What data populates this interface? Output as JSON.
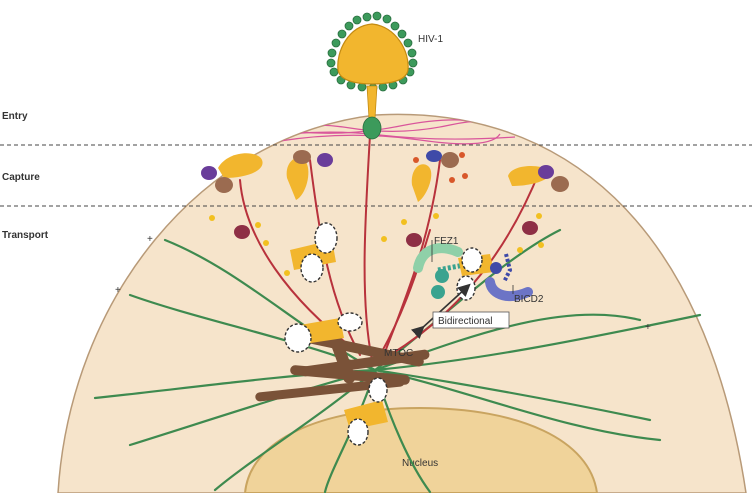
{
  "stages": [
    "Entry",
    "Capture",
    "Transport"
  ],
  "labels": {
    "virus": "HIV-1",
    "fez1": "FEZ1",
    "bicd2": "BICD2",
    "bidirectional": "Bidirectional",
    "mtoc": "MTOC",
    "nucleus": "Nucleus",
    "plus_end": "+"
  },
  "colors": {
    "cytoplasm": "#f6e4cb",
    "cell_edge": "#b89a78",
    "nucleus": "#f0d39a",
    "microtubule": "#3e8a4f",
    "actin_filament": "#b8323c",
    "capsid": "#f2b62e",
    "virus_spikes": "#3c9a5b",
    "cortical_actin": "#d9559b",
    "mtoc": "#7a5238",
    "fez1": "#8fd0a8",
    "bicd2": "#6c74c6"
  }
}
